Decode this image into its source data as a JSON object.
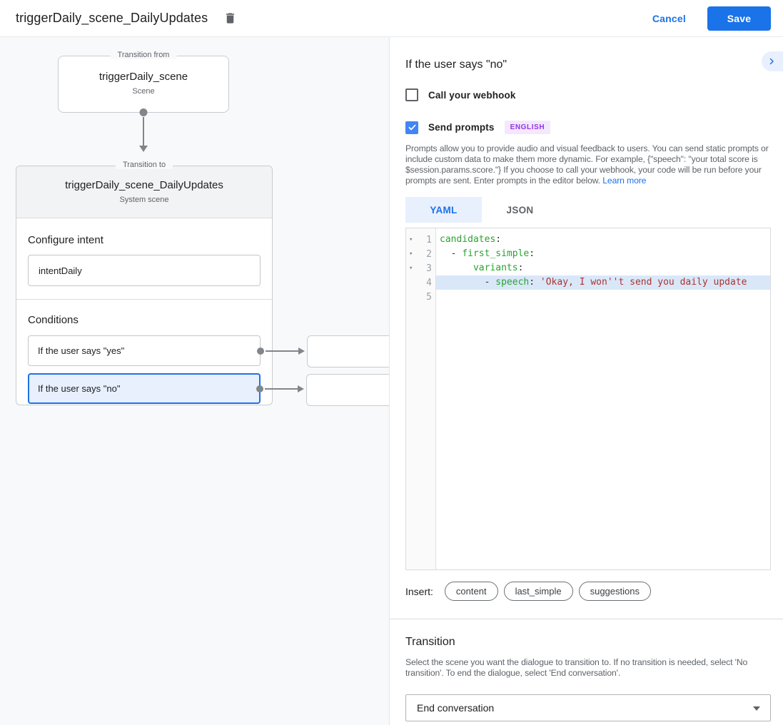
{
  "colors": {
    "accent_blue": "#1a73e8",
    "selected_bg": "#e8f0fe",
    "checkbox_checked": "#4285f4",
    "badge_bg": "#f3e8fd",
    "badge_text": "#9334e6",
    "code_key_green": "#2aa32f",
    "code_string_red": "#ab352f",
    "code_highlight_row": "#d9e7f9",
    "canvas_bg": "#f8f9fa",
    "connector_gray": "#80868b"
  },
  "header": {
    "title": "triggerDaily_scene_DailyUpdates",
    "cancel_label": "Cancel",
    "save_label": "Save"
  },
  "canvas": {
    "transition_from": {
      "legend": "Transition from",
      "title": "triggerDaily_scene",
      "subtitle": "Scene"
    },
    "transition_to": {
      "legend": "Transition to",
      "title": "triggerDaily_scene_DailyUpdates",
      "subtitle": "System scene"
    },
    "configure_intent": {
      "heading": "Configure intent",
      "value": "intentDaily"
    },
    "conditions": {
      "heading": "Conditions",
      "items": [
        {
          "label": "If the user says \"yes\"",
          "active": false
        },
        {
          "label": "If the user says \"no\"",
          "active": true
        }
      ]
    }
  },
  "panel": {
    "title": "If the user says \"no\"",
    "webhook": {
      "label": "Call your webhook",
      "checked": false
    },
    "prompts": {
      "label": "Send prompts",
      "checked": true,
      "badge": "ENGLISH"
    },
    "description": "Prompts allow you to provide audio and visual feedback to users. You can send static prompts or include custom data to make them more dynamic. For example, {\"speech\": \"your total score is $session.params.score.\"} If you choose to call your webhook, your code will be run before your prompts are sent. Enter prompts in the editor below. ",
    "learn_more_label": "Learn more",
    "tabs": [
      {
        "label": "YAML",
        "active": true
      },
      {
        "label": "JSON",
        "active": false
      }
    ],
    "editor": {
      "fold_glyph": "▾",
      "lines": [
        {
          "num": "1",
          "fold": true,
          "highlight": false,
          "segments": [
            {
              "t": "candidates",
              "c": "key"
            },
            {
              "t": ":",
              "c": "plain"
            }
          ]
        },
        {
          "num": "2",
          "fold": true,
          "highlight": false,
          "segments": [
            {
              "t": "  - ",
              "c": "plain"
            },
            {
              "t": "first_simple",
              "c": "key"
            },
            {
              "t": ":",
              "c": "plain"
            }
          ]
        },
        {
          "num": "3",
          "fold": true,
          "highlight": false,
          "segments": [
            {
              "t": "      ",
              "c": "plain"
            },
            {
              "t": "variants",
              "c": "key"
            },
            {
              "t": ":",
              "c": "plain"
            }
          ]
        },
        {
          "num": "4",
          "fold": false,
          "highlight": true,
          "segments": [
            {
              "t": "        - ",
              "c": "plain"
            },
            {
              "t": "speech",
              "c": "key"
            },
            {
              "t": ": ",
              "c": "plain"
            },
            {
              "t": "'Okay, I won''t send you daily update",
              "c": "string"
            }
          ]
        },
        {
          "num": "5",
          "fold": false,
          "highlight": false,
          "segments": []
        }
      ]
    },
    "insert": {
      "label": "Insert:",
      "pills": [
        "content",
        "last_simple",
        "suggestions"
      ]
    },
    "transition": {
      "heading": "Transition",
      "description": "Select the scene you want the dialogue to transition to. If no transition is needed, select 'No transition'. To end the dialogue, select 'End conversation'.",
      "dropdown_value": "End conversation"
    }
  }
}
